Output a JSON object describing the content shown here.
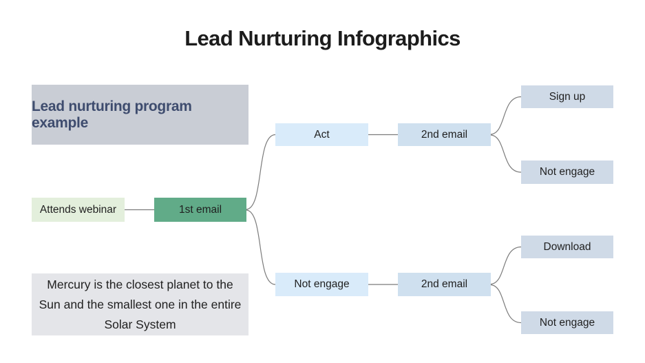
{
  "slide": {
    "title": "Lead Nurturing Infographics"
  },
  "header_card": {
    "label": "Lead nurturing program example"
  },
  "note_card": {
    "text": "Mercury is the closest planet to the Sun and the smallest one in the entire Solar System"
  },
  "flowchart": {
    "nodes": {
      "attends_webinar": {
        "label": "Attends webinar"
      },
      "first_email": {
        "label": "1st email"
      },
      "act": {
        "label": "Act"
      },
      "second_email_top": {
        "label": "2nd email"
      },
      "sign_up": {
        "label": "Sign up"
      },
      "not_engage_top": {
        "label": "Not engage"
      },
      "not_engage_mid": {
        "label": "Not engage"
      },
      "second_email_bottom": {
        "label": "2nd email"
      },
      "download": {
        "label": "Download"
      },
      "not_engage_bottom": {
        "label": "Not engage"
      }
    }
  },
  "colors": {
    "title_text": "#1c1c1c",
    "header_card_bg": "#c9cdd5",
    "header_card_text": "#3e4c6e",
    "start_node_bg": "#e3efdc",
    "primary_node_bg": "#61ab88",
    "branch_node_bg": "#d9ebfa",
    "email_node_bg": "#cfe0ef",
    "outcome_node_bg": "#cfdae7",
    "note_card_bg": "#e4e5e9",
    "connector": "#7b7b7b"
  }
}
